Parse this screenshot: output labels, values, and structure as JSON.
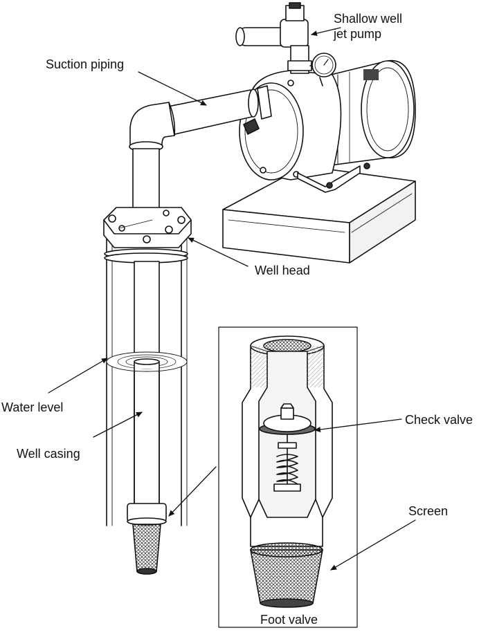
{
  "labels": {
    "pump_line1": "Shallow well",
    "pump_line2": "jet pump",
    "suction_piping": "Suction piping",
    "well_head": "Well head",
    "water_level": "Water level",
    "well_casing": "Well casing",
    "check_valve": "Check valve",
    "screen": "Screen",
    "foot_valve": "Foot valve"
  },
  "colors": {
    "ink": "#111111",
    "paper": "#ffffff",
    "shade": "#d9d9d9",
    "dark": "#555555"
  }
}
